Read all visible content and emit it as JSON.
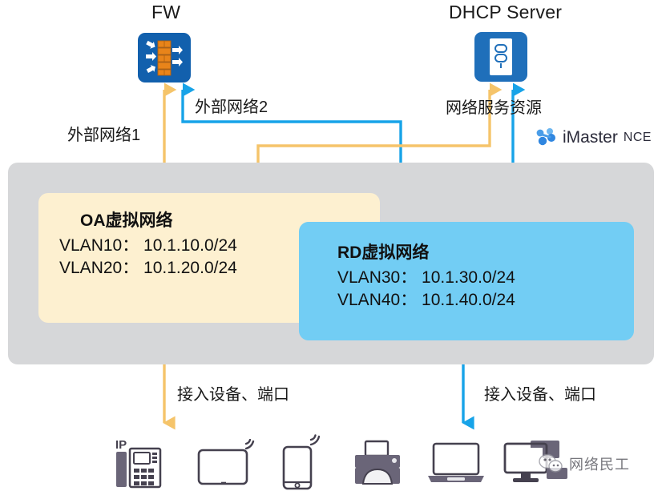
{
  "diagram": {
    "title_nodes": {
      "fw": {
        "label": "FW",
        "icon": "firewall-icon"
      },
      "dhcp": {
        "label": "DHCP Server",
        "icon": "server-icon"
      }
    },
    "flows": {
      "external_network_1": "外部网络1",
      "external_network_2": "外部网络2",
      "network_service_resource": "网络服务资源",
      "access_device_port_left": "接入设备、端口",
      "access_device_port_right": "接入设备、端口"
    },
    "virtual_networks": [
      {
        "id": "oa",
        "title": "OA虚拟网络",
        "lines": [
          "VLAN10： 10.1.10.0/24",
          "VLAN20： 10.1.20.0/24"
        ],
        "color": "#fdf0d0"
      },
      {
        "id": "rd",
        "title": "RD虚拟网络",
        "lines": [
          "VLAN30： 10.1.30.0/24",
          "VLAN40： 10.1.40.0/24"
        ],
        "color": "#72cdf4"
      }
    ],
    "brand": {
      "name_main": "iMaster",
      "name_sub": "NCE",
      "logo": "imaster-nce-logo"
    },
    "watermark": {
      "text": "网络民工",
      "logo": "wechat-icon"
    },
    "endpoints": [
      {
        "id": "ip-phone",
        "icon": "ip-phone-icon",
        "badge": "IP"
      },
      {
        "id": "tablet",
        "icon": "tablet-wifi-icon"
      },
      {
        "id": "phone",
        "icon": "smartphone-wifi-icon"
      },
      {
        "id": "printer",
        "icon": "printer-icon"
      },
      {
        "id": "laptop",
        "icon": "laptop-icon"
      },
      {
        "id": "desktop",
        "icon": "desktop-computer-icon"
      }
    ],
    "colors": {
      "orange_flow": "#f5c46a",
      "blue_flow": "#17a3e8",
      "container_gray": "#d6d7d9",
      "oa_fill": "#fdf0d0",
      "rd_fill": "#72cdf4",
      "node_blue": "#1260ad",
      "brick_orange": "#e8841a"
    }
  }
}
